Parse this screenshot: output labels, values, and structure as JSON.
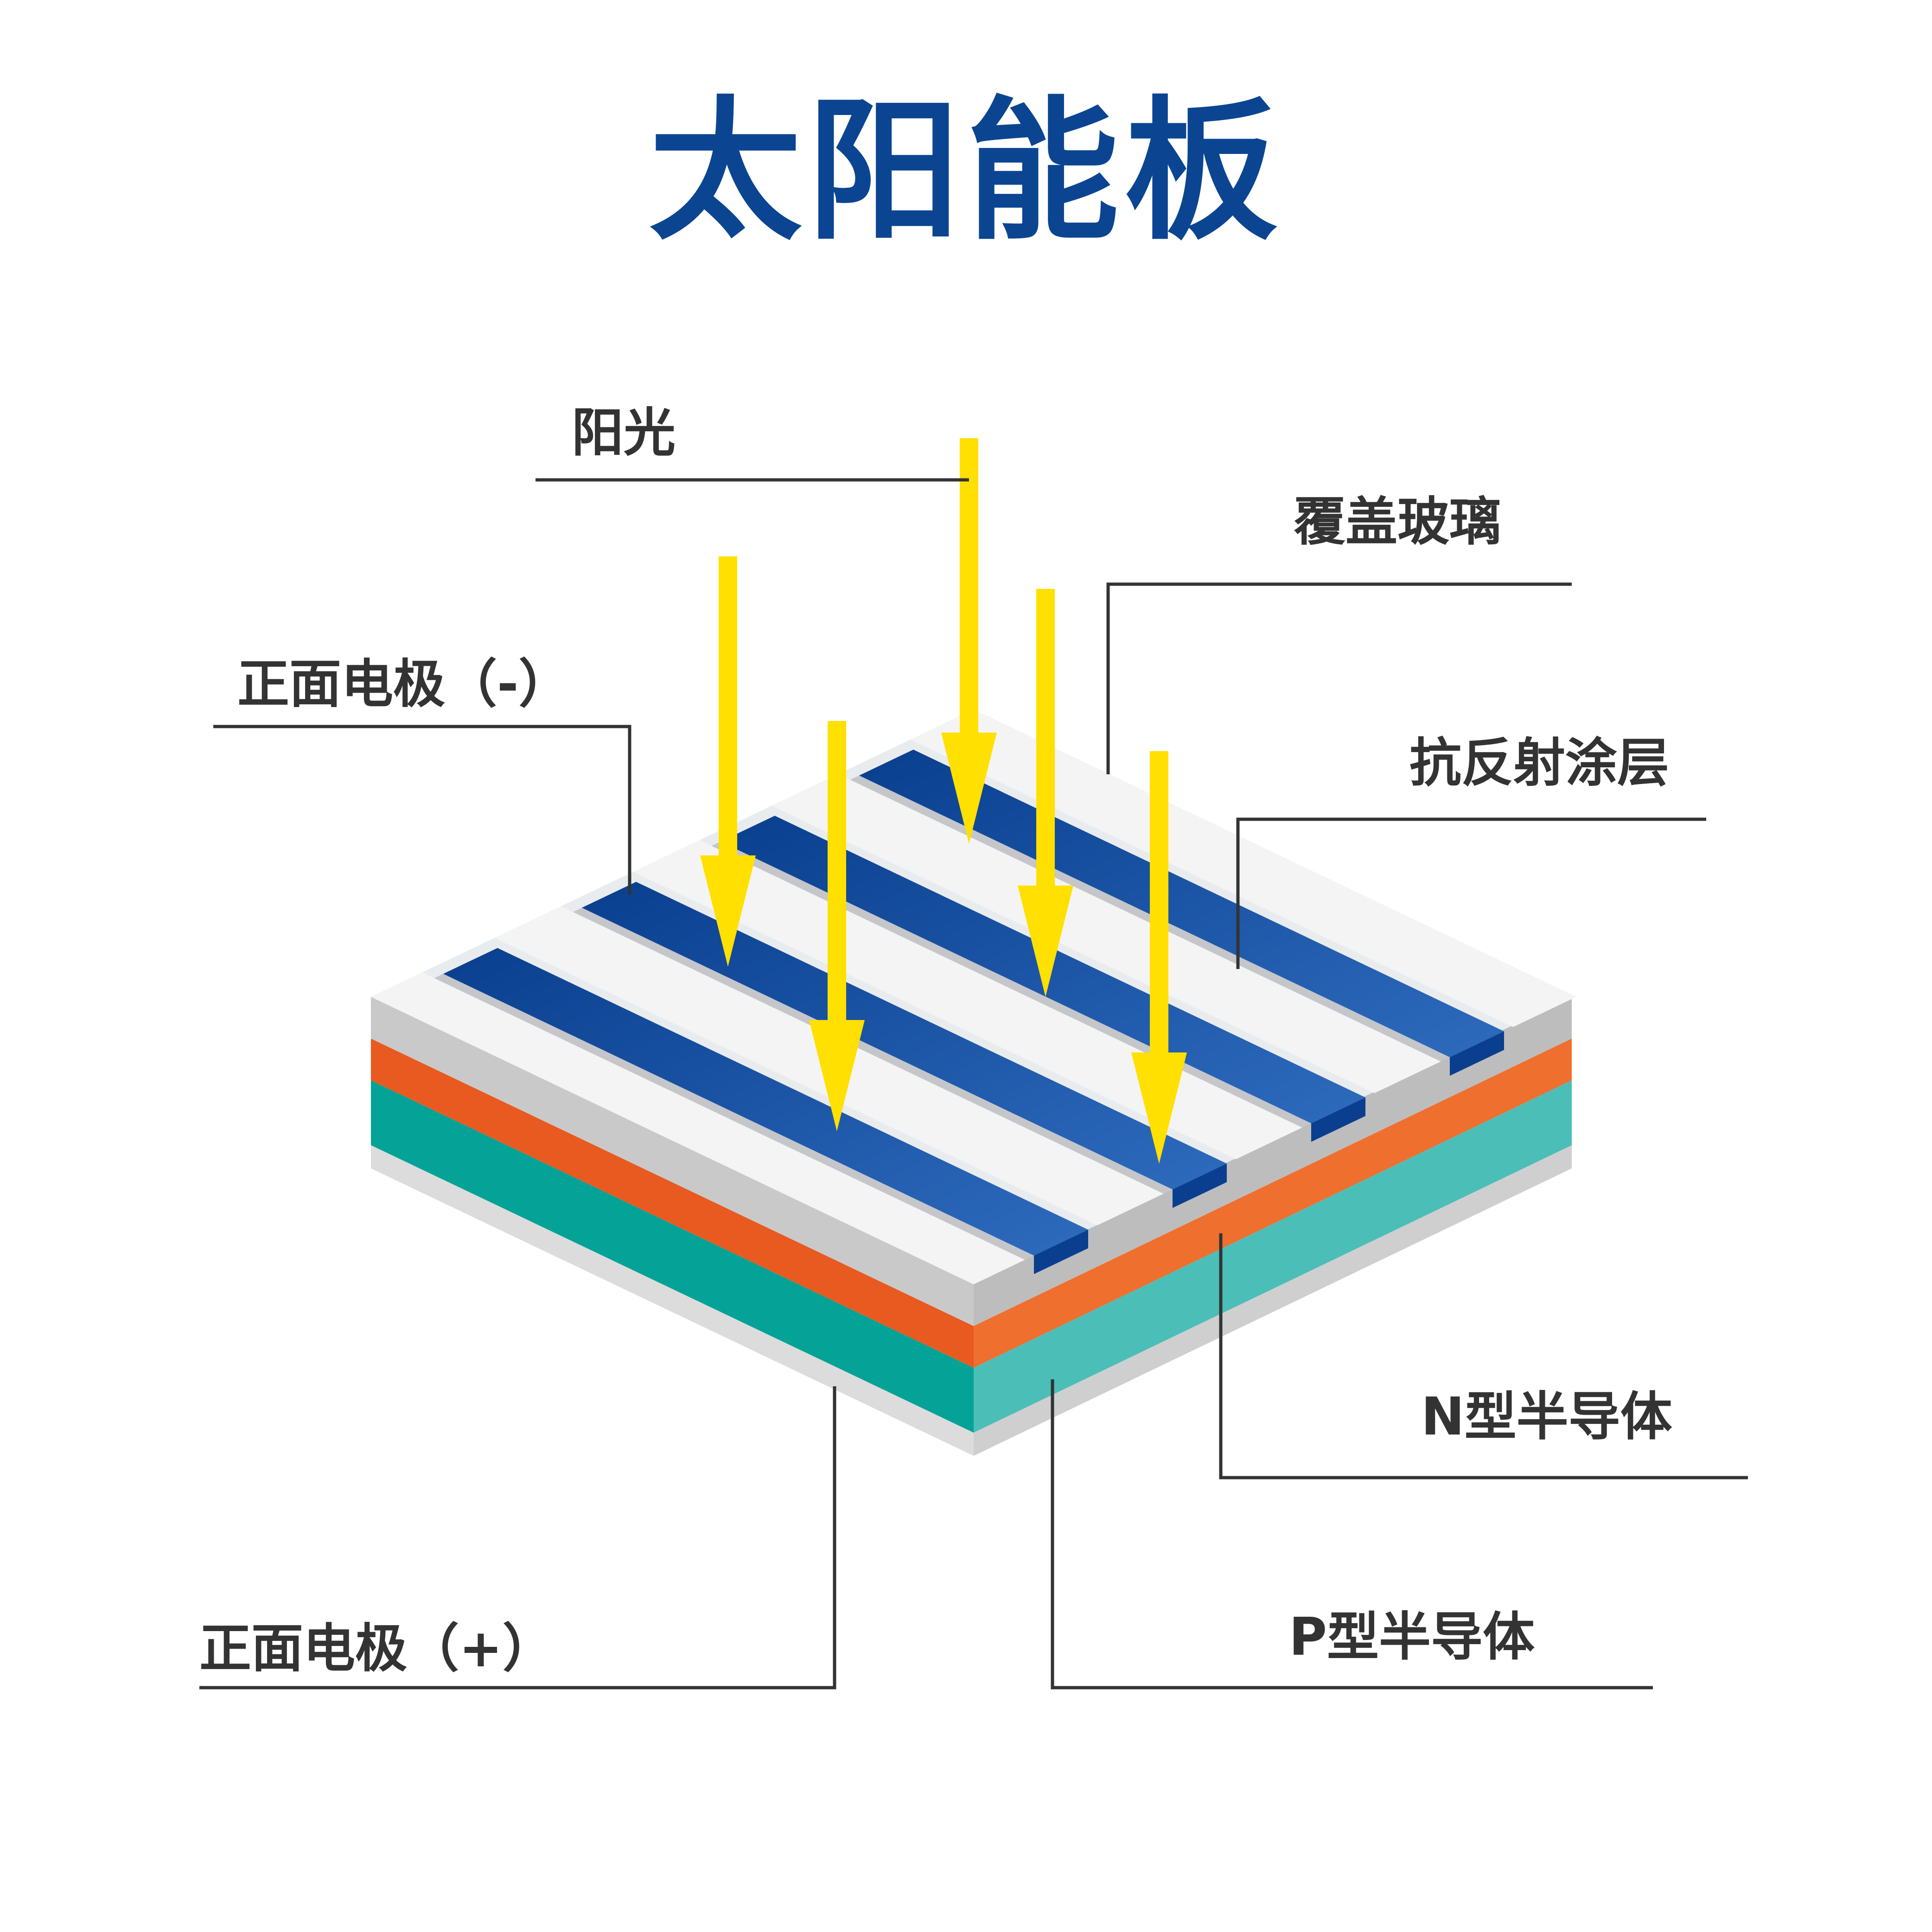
{
  "title": "太阳能板",
  "labels": {
    "sunlight": "阳光",
    "cover_glass": "覆盖玻璃",
    "front_electrode_neg": "正面电极（-）",
    "anti_reflective_coating": "抗反射涂层",
    "n_type_semiconductor": "N型半导体",
    "p_type_semiconductor": "P型半导体",
    "front_electrode_pos": "正面电极（+）"
  },
  "colors": {
    "title": "#0b4592",
    "label_text": "#333333",
    "leader_line": "#333333",
    "arrow": "#ffe000",
    "glass": "#e9ecef",
    "electrode_stripe": "#f4f4f4",
    "cell_blue": "#1f5fb1",
    "cell_blue_dark": "#0a3f8f",
    "n_type_layer": "#e8622a",
    "p_type_layer": "#18aaa0",
    "base_layer": "#dcdcdc"
  },
  "icons": [
    "sunlight-arrow-icon"
  ]
}
